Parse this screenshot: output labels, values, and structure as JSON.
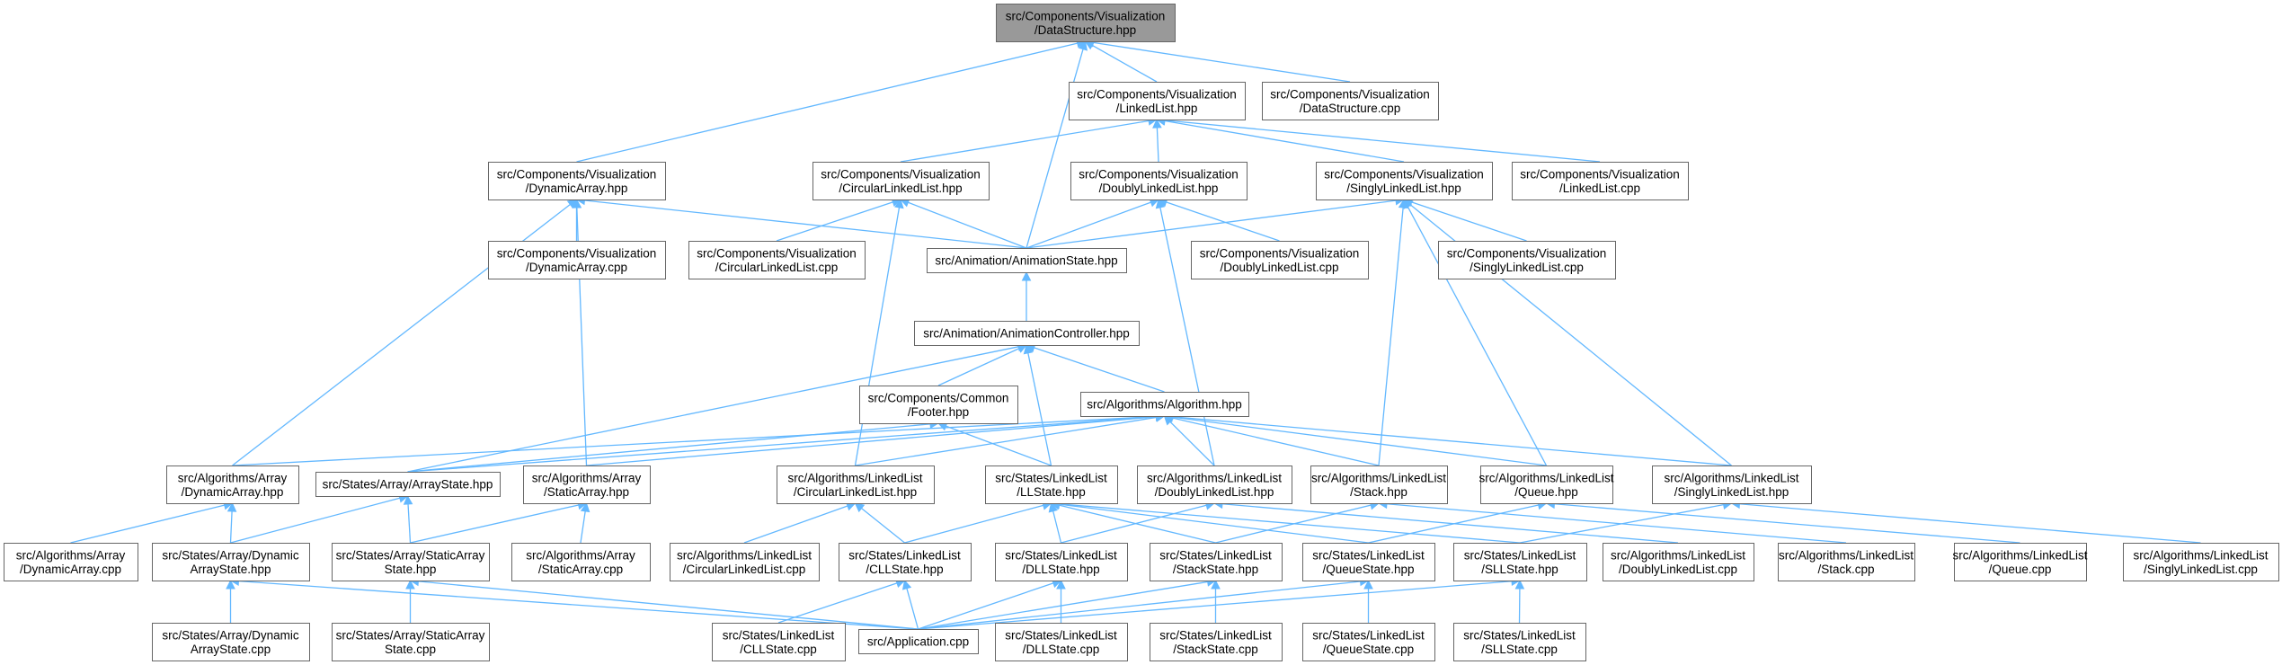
{
  "graph": {
    "nodes": [
      {
        "id": "n0",
        "lines": [
          "src/Components/Visualization",
          "/DataStructure.hpp"
        ],
        "root": true
      },
      {
        "id": "n1",
        "lines": [
          "src/Components/Visualization",
          "/LinkedList.hpp"
        ]
      },
      {
        "id": "n2",
        "lines": [
          "src/Components/Visualization",
          "/DataStructure.cpp"
        ]
      },
      {
        "id": "n3",
        "lines": [
          "src/Components/Visualization",
          "/DynamicArray.hpp"
        ]
      },
      {
        "id": "n4",
        "lines": [
          "src/Components/Visualization",
          "/CircularLinkedList.hpp"
        ]
      },
      {
        "id": "n5",
        "lines": [
          "src/Components/Visualization",
          "/DoublyLinkedList.hpp"
        ]
      },
      {
        "id": "n6",
        "lines": [
          "src/Components/Visualization",
          "/SinglyLinkedList.hpp"
        ]
      },
      {
        "id": "n7",
        "lines": [
          "src/Components/Visualization",
          "/LinkedList.cpp"
        ]
      },
      {
        "id": "n8",
        "lines": [
          "src/Components/Visualization",
          "/DynamicArray.cpp"
        ]
      },
      {
        "id": "n9",
        "lines": [
          "src/Components/Visualization",
          "/CircularLinkedList.cpp"
        ]
      },
      {
        "id": "n10",
        "lines": [
          "src/Animation/AnimationState.hpp"
        ]
      },
      {
        "id": "n11",
        "lines": [
          "src/Components/Visualization",
          "/DoublyLinkedList.cpp"
        ]
      },
      {
        "id": "n12",
        "lines": [
          "src/Components/Visualization",
          "/SinglyLinkedList.cpp"
        ]
      },
      {
        "id": "n13",
        "lines": [
          "src/Animation/AnimationController.hpp"
        ]
      },
      {
        "id": "n14",
        "lines": [
          "src/Components/Common",
          "/Footer.hpp"
        ]
      },
      {
        "id": "n15",
        "lines": [
          "src/Algorithms/Algorithm.hpp"
        ]
      },
      {
        "id": "n16",
        "lines": [
          "src/Algorithms/Array",
          "/DynamicArray.hpp"
        ]
      },
      {
        "id": "n17",
        "lines": [
          "src/States/Array/ArrayState.hpp"
        ]
      },
      {
        "id": "n18",
        "lines": [
          "src/Algorithms/Array",
          "/StaticArray.hpp"
        ]
      },
      {
        "id": "n19",
        "lines": [
          "src/Algorithms/LinkedList",
          "/CircularLinkedList.hpp"
        ]
      },
      {
        "id": "n20",
        "lines": [
          "src/States/LinkedList",
          "/LLState.hpp"
        ]
      },
      {
        "id": "n21",
        "lines": [
          "src/Algorithms/LinkedList",
          "/DoublyLinkedList.hpp"
        ]
      },
      {
        "id": "n22",
        "lines": [
          "src/Algorithms/LinkedList",
          "/Stack.hpp"
        ]
      },
      {
        "id": "n23",
        "lines": [
          "src/Algorithms/LinkedList",
          "/Queue.hpp"
        ]
      },
      {
        "id": "n24",
        "lines": [
          "src/Algorithms/LinkedList",
          "/SinglyLinkedList.hpp"
        ]
      },
      {
        "id": "n25",
        "lines": [
          "src/Algorithms/Array",
          "/DynamicArray.cpp"
        ]
      },
      {
        "id": "n26",
        "lines": [
          "src/States/Array/Dynamic",
          "ArrayState.hpp"
        ]
      },
      {
        "id": "n27",
        "lines": [
          "src/States/Array/StaticArray",
          "State.hpp"
        ]
      },
      {
        "id": "n28",
        "lines": [
          "src/Algorithms/Array",
          "/StaticArray.cpp"
        ]
      },
      {
        "id": "n29",
        "lines": [
          "src/Algorithms/LinkedList",
          "/CircularLinkedList.cpp"
        ]
      },
      {
        "id": "n30",
        "lines": [
          "src/States/LinkedList",
          "/CLLState.hpp"
        ]
      },
      {
        "id": "n31",
        "lines": [
          "src/States/LinkedList",
          "/DLLState.hpp"
        ]
      },
      {
        "id": "n32",
        "lines": [
          "src/States/LinkedList",
          "/StackState.hpp"
        ]
      },
      {
        "id": "n33",
        "lines": [
          "src/States/LinkedList",
          "/QueueState.hpp"
        ]
      },
      {
        "id": "n34",
        "lines": [
          "src/States/LinkedList",
          "/SLLState.hpp"
        ]
      },
      {
        "id": "n35",
        "lines": [
          "src/Algorithms/LinkedList",
          "/DoublyLinkedList.cpp"
        ]
      },
      {
        "id": "n36",
        "lines": [
          "src/Algorithms/LinkedList",
          "/Stack.cpp"
        ]
      },
      {
        "id": "n37",
        "lines": [
          "src/Algorithms/LinkedList",
          "/Queue.cpp"
        ]
      },
      {
        "id": "n38",
        "lines": [
          "src/Algorithms/LinkedList",
          "/SinglyLinkedList.cpp"
        ]
      },
      {
        "id": "n39",
        "lines": [
          "src/States/Array/Dynamic",
          "ArrayState.cpp"
        ]
      },
      {
        "id": "n40",
        "lines": [
          "src/States/Array/StaticArray",
          "State.cpp"
        ]
      },
      {
        "id": "n41",
        "lines": [
          "src/Application.cpp"
        ]
      },
      {
        "id": "n42",
        "lines": [
          "src/States/LinkedList",
          "/CLLState.cpp"
        ]
      },
      {
        "id": "n43",
        "lines": [
          "src/States/LinkedList",
          "/DLLState.cpp"
        ]
      },
      {
        "id": "n44",
        "lines": [
          "src/States/LinkedList",
          "/StackState.cpp"
        ]
      },
      {
        "id": "n45",
        "lines": [
          "src/States/LinkedList",
          "/QueueState.cpp"
        ]
      },
      {
        "id": "n46",
        "lines": [
          "src/States/LinkedList",
          "/SLLState.cpp"
        ]
      }
    ],
    "edges": [
      [
        "n1",
        "n0"
      ],
      [
        "n2",
        "n0"
      ],
      [
        "n3",
        "n0"
      ],
      [
        "n10",
        "n0"
      ],
      [
        "n4",
        "n1"
      ],
      [
        "n5",
        "n1"
      ],
      [
        "n6",
        "n1"
      ],
      [
        "n7",
        "n1"
      ],
      [
        "n8",
        "n3"
      ],
      [
        "n10",
        "n3"
      ],
      [
        "n16",
        "n3"
      ],
      [
        "n18",
        "n3"
      ],
      [
        "n9",
        "n4"
      ],
      [
        "n10",
        "n4"
      ],
      [
        "n19",
        "n4"
      ],
      [
        "n10",
        "n5"
      ],
      [
        "n11",
        "n5"
      ],
      [
        "n21",
        "n5"
      ],
      [
        "n10",
        "n6"
      ],
      [
        "n12",
        "n6"
      ],
      [
        "n22",
        "n6"
      ],
      [
        "n23",
        "n6"
      ],
      [
        "n24",
        "n6"
      ],
      [
        "n13",
        "n10"
      ],
      [
        "n14",
        "n13"
      ],
      [
        "n15",
        "n13"
      ],
      [
        "n17",
        "n13"
      ],
      [
        "n20",
        "n13"
      ],
      [
        "n17",
        "n14"
      ],
      [
        "n20",
        "n14"
      ],
      [
        "n16",
        "n15"
      ],
      [
        "n17",
        "n15"
      ],
      [
        "n18",
        "n15"
      ],
      [
        "n19",
        "n15"
      ],
      [
        "n21",
        "n15"
      ],
      [
        "n22",
        "n15"
      ],
      [
        "n23",
        "n15"
      ],
      [
        "n24",
        "n15"
      ],
      [
        "n25",
        "n16"
      ],
      [
        "n26",
        "n16"
      ],
      [
        "n26",
        "n17"
      ],
      [
        "n27",
        "n17"
      ],
      [
        "n27",
        "n18"
      ],
      [
        "n28",
        "n18"
      ],
      [
        "n29",
        "n19"
      ],
      [
        "n30",
        "n19"
      ],
      [
        "n30",
        "n20"
      ],
      [
        "n31",
        "n20"
      ],
      [
        "n32",
        "n20"
      ],
      [
        "n33",
        "n20"
      ],
      [
        "n34",
        "n20"
      ],
      [
        "n31",
        "n21"
      ],
      [
        "n35",
        "n21"
      ],
      [
        "n32",
        "n22"
      ],
      [
        "n36",
        "n22"
      ],
      [
        "n33",
        "n23"
      ],
      [
        "n37",
        "n23"
      ],
      [
        "n34",
        "n24"
      ],
      [
        "n38",
        "n24"
      ],
      [
        "n39",
        "n26"
      ],
      [
        "n41",
        "n26"
      ],
      [
        "n40",
        "n27"
      ],
      [
        "n41",
        "n27"
      ],
      [
        "n41",
        "n30"
      ],
      [
        "n42",
        "n30"
      ],
      [
        "n41",
        "n31"
      ],
      [
        "n43",
        "n31"
      ],
      [
        "n41",
        "n32"
      ],
      [
        "n44",
        "n32"
      ],
      [
        "n41",
        "n33"
      ],
      [
        "n45",
        "n33"
      ],
      [
        "n41",
        "n34"
      ],
      [
        "n46",
        "n34"
      ]
    ]
  }
}
